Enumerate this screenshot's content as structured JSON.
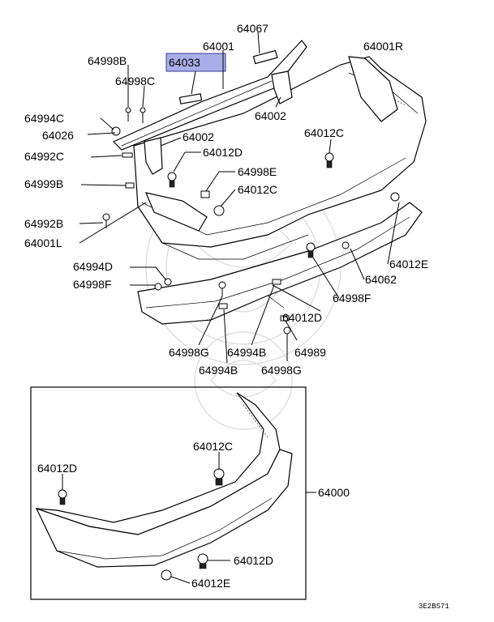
{
  "labels": {
    "p64067": "64067",
    "p64001": "64001",
    "p64001R": "64001R",
    "p64033": "64033",
    "p64998B": "64998B",
    "p64998C": "64998C",
    "p64994C": "64994C",
    "p64026": "64026",
    "p64002_top": "64002",
    "p64002_left": "64002",
    "p64992C": "64992C",
    "p64012D_a": "64012D",
    "p64012C_a": "64012C",
    "p64998E": "64998E",
    "p64012C_b": "64012C",
    "p64999B": "64999B",
    "p64992B": "64992B",
    "p64001L": "64001L",
    "p64012E_a": "64012E",
    "p64994D": "64994D",
    "p64062": "64062",
    "p64998F_a": "64998F",
    "p64998F_b": "64998F",
    "p64012D_b": "64012D",
    "p64998G_a": "64998G",
    "p64994B_a": "64994B",
    "p64989": "64989",
    "p64994B_b": "64994B",
    "p64998G_b": "64998G",
    "p64012C_c": "64012C",
    "p64012D_c": "64012D",
    "p64000": "64000",
    "p64012D_d": "64012D",
    "p64012E_b": "64012E"
  },
  "diagram_code": "3E2BS71",
  "highlight_color": "#a9aee8"
}
